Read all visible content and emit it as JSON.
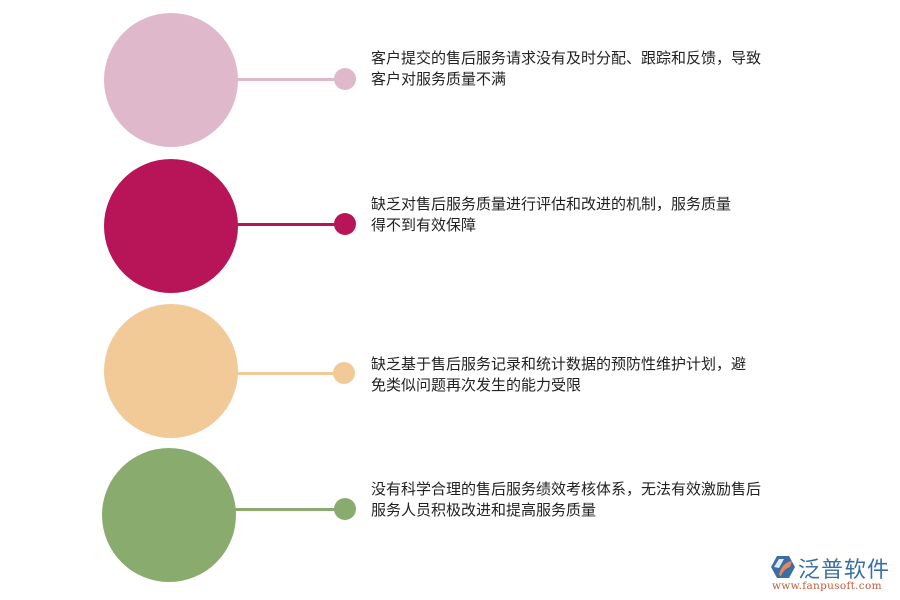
{
  "items": [
    {
      "text": "客户提交的售后服务请求没有及时分配、跟踪和反馈，导致客户对服务质量不满",
      "color": "#dfb8cb"
    },
    {
      "text": "缺乏对售后服务质量进行评估和改进的机制，服务质量得不到有效保障",
      "color": "#b71558"
    },
    {
      "text": "缺乏基于售后服务记录和统计数据的预防性维护计划，避免类似问题再次发生的能力受限",
      "color": "#f2ca98"
    },
    {
      "text": "没有科学合理的售后服务绩效考核体系，无法有效激励售后服务人员积极改进和提高服务质量",
      "color": "#8aab6e"
    }
  ],
  "logo": {
    "name": "泛普软件",
    "url": "www.fanpusoft.com",
    "icon": "fanpu-logo-icon"
  }
}
